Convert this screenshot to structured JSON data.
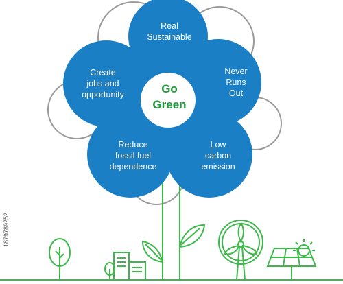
{
  "center": {
    "line1": "Go",
    "line2": "Green"
  },
  "petals": [
    {
      "id": "top",
      "lines": [
        "Real",
        "Sustainable"
      ]
    },
    {
      "id": "upper-right",
      "lines": [
        "Never",
        "Runs",
        "Out"
      ]
    },
    {
      "id": "lower-right",
      "lines": [
        "Low",
        "carbon",
        "emission"
      ]
    },
    {
      "id": "lower-left",
      "lines": [
        "Reduce",
        "fossil fuel",
        "dependence"
      ]
    },
    {
      "id": "upper-left",
      "lines": [
        "Create",
        "jobs and",
        "opportunity"
      ]
    }
  ],
  "side_id": "1879789252",
  "colors": {
    "petal": "#1b7fc6",
    "center_text": "#1f9a3a",
    "line_green": "#3db94a",
    "outline_gray": "#9a9a9a",
    "ground": "#3db94a"
  }
}
